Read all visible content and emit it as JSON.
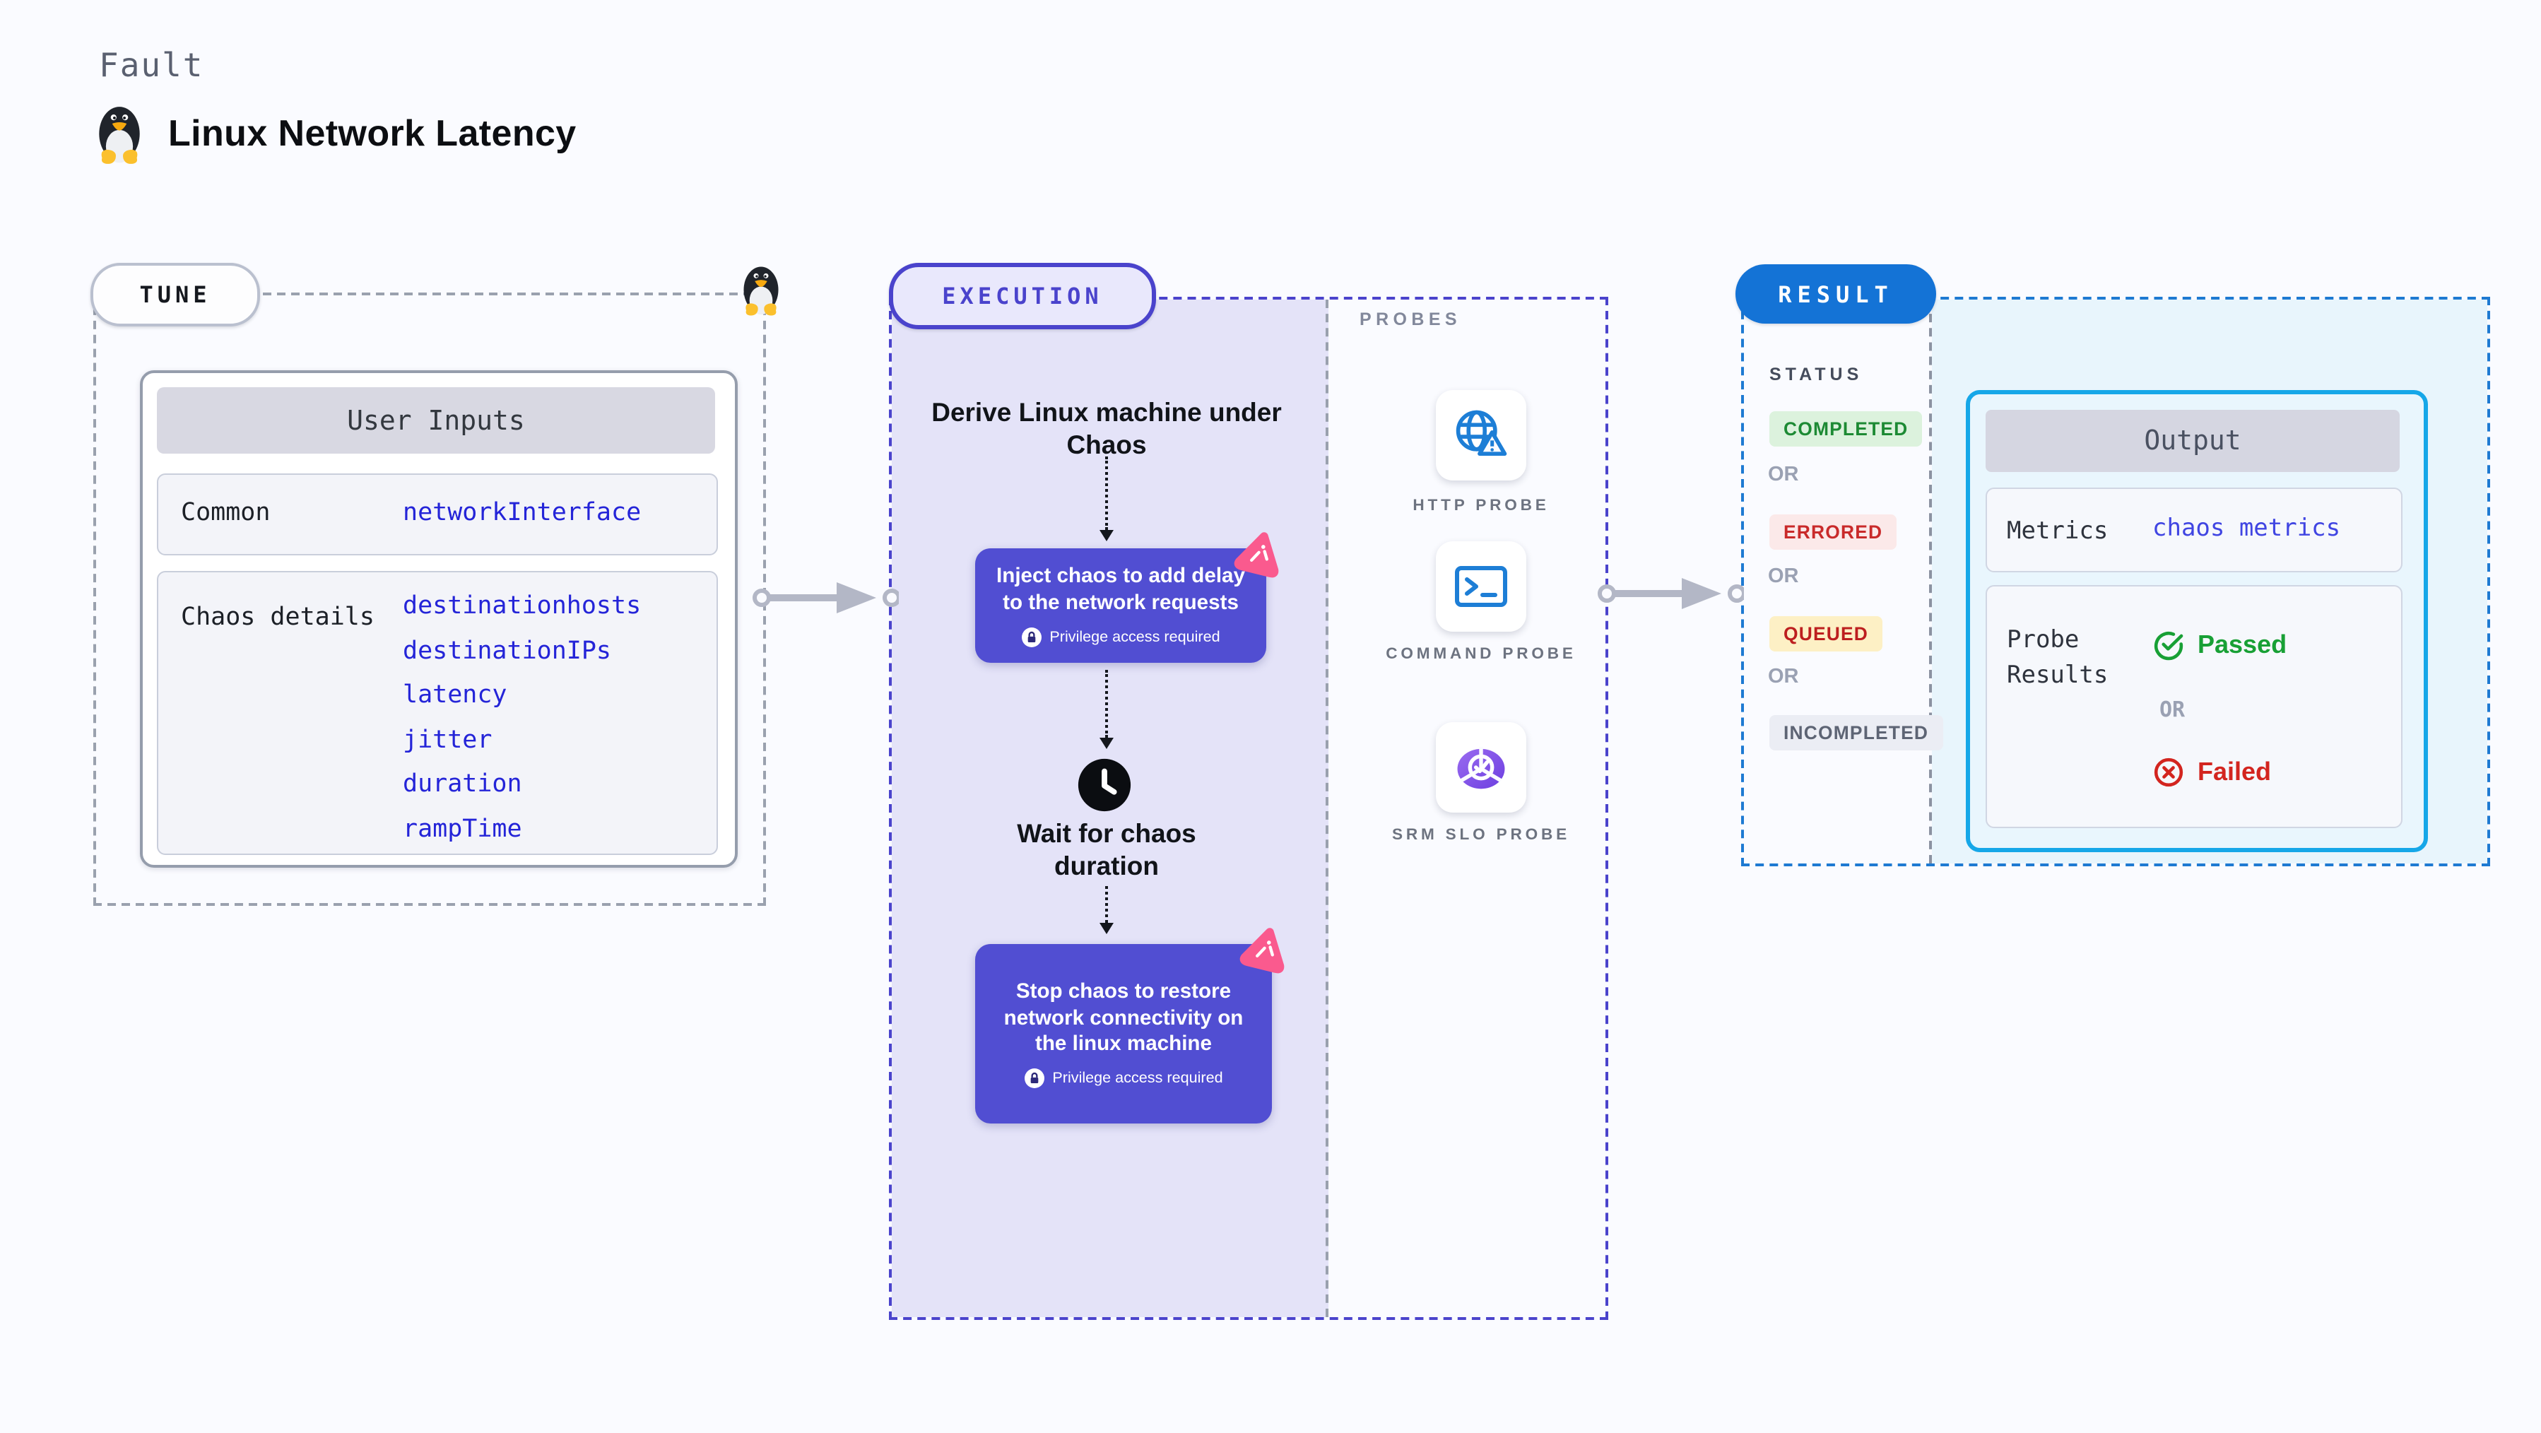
{
  "header": {
    "kicker": "Fault",
    "title": "Linux Network Latency"
  },
  "tune": {
    "label": "TUNE",
    "card_title": "User Inputs",
    "rows": [
      {
        "label": "Common",
        "values": [
          "networkInterface"
        ]
      },
      {
        "label": "Chaos details",
        "values": [
          "destinationhosts",
          "destinationIPs",
          "latency",
          "jitter",
          "duration",
          "rampTime"
        ]
      }
    ]
  },
  "execution": {
    "label": "EXECUTION",
    "privilege_note": "Privilege access required",
    "steps": {
      "derive": "Derive Linux machine under Chaos",
      "inject": "Inject chaos to add delay to the network requests",
      "wait": "Wait for chaos duration",
      "stop": "Stop chaos to restore network connectivity on the linux machine"
    }
  },
  "probes": {
    "label": "PROBES",
    "items": [
      {
        "name": "HTTP PROBE",
        "icon": "globe-warning-icon"
      },
      {
        "name": "COMMAND PROBE",
        "icon": "terminal-icon"
      },
      {
        "name": "SRM SLO PROBE",
        "icon": "donut-check-icon"
      }
    ]
  },
  "result": {
    "label": "RESULT",
    "status_label": "STATUS",
    "or_label": "OR",
    "statuses": [
      "COMPLETED",
      "ERRORED",
      "QUEUED",
      "INCOMPLETED"
    ],
    "output": {
      "title": "Output",
      "metrics_label": "Metrics",
      "metrics_value": "chaos metrics",
      "probe_results_label": "Probe Results",
      "passed_label": "Passed",
      "or_label": "OR",
      "failed_label": "Failed"
    }
  },
  "icons": [
    "tux-penguin-icon",
    "chaos-badge-icon",
    "lock-icon",
    "clock-icon",
    "globe-warning-icon",
    "terminal-icon",
    "donut-check-icon",
    "check-circle-icon",
    "x-circle-icon",
    "flow-arrow-icon"
  ],
  "colors": {
    "page_bg": "#fafbff",
    "accent_indigo": "#4a43cc",
    "step_box_indigo": "#514ed2",
    "result_blue": "#1473d6",
    "output_border_cyan": "#16a7e8",
    "param_blue": "#2424d8",
    "chaos_badge_pink": "#fa5a8e",
    "passed_green": "#18a035",
    "failed_red": "#d3251f",
    "probe_icon_blue": "#1d7ed6",
    "srm_purple": "#7b4fe0",
    "completed_green": "#1d8a34",
    "errored_red": "#c92a2a",
    "queued_red": "#bd1f1f",
    "incompleted_gray": "#5d6474"
  }
}
